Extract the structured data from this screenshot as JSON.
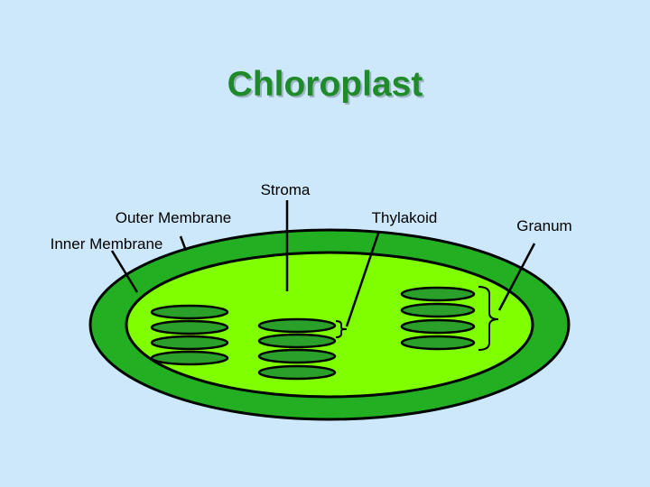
{
  "title": "Chloroplast",
  "labels": {
    "stroma": "Stroma",
    "outer_membrane": "Outer Membrane",
    "inner_membrane": "Inner Membrane",
    "thylakoid": "Thylakoid",
    "granum": "Granum"
  },
  "colors": {
    "background": "#cce8fa",
    "title": "#1f8a2a",
    "outer_membrane": "#22b022",
    "stroma": "#7fff00",
    "thylakoid": "#2aa02a"
  }
}
